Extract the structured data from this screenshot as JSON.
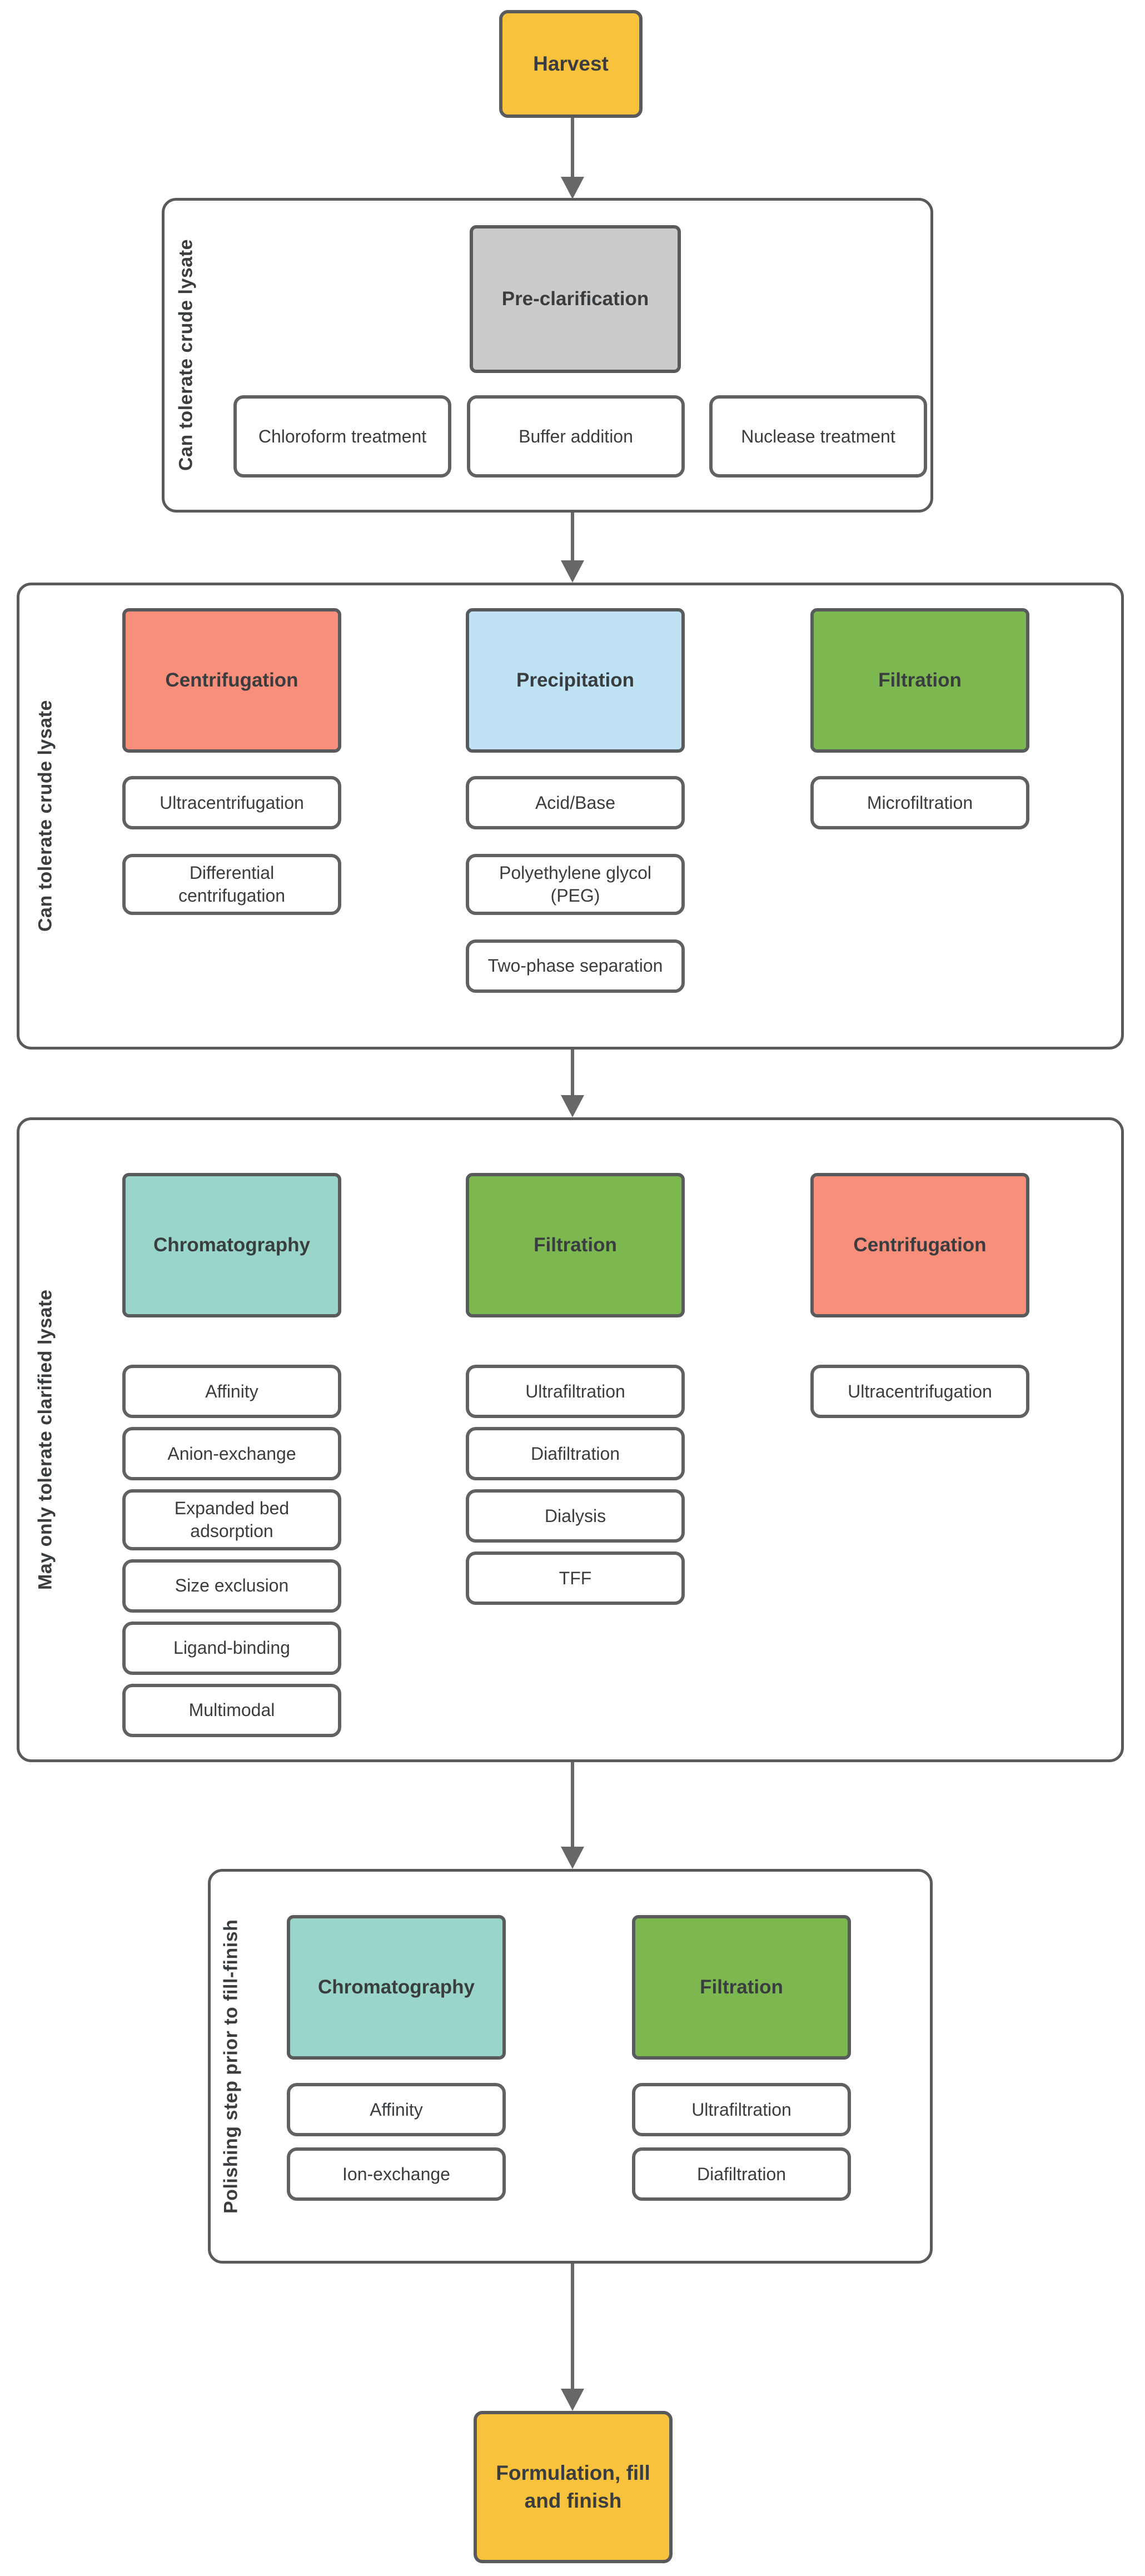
{
  "palette": {
    "terminal_yellow": "#F9C23C",
    "preclarification_gray": "#CBCBCB",
    "centrifugation_salmon": "#F98E7B",
    "precipitation_blue": "#BFE3F5",
    "filtration_green": "#7CB750",
    "chromatography_teal": "#99D5C8",
    "outline_gray": "#595A5C",
    "text_charcoal": "#3A3D40",
    "arrow_gray": "#666768"
  },
  "flow": {
    "start_label": "Harvest",
    "end_label": "Formulation, fill and finish"
  },
  "sections": [
    {
      "label": "Can tolerate crude lysate",
      "header": "Pre-clarification",
      "row_items": [
        "Chloroform treatment",
        "Buffer addition",
        "Nuclease treatment"
      ]
    },
    {
      "label": "Can tolerate crude lysate",
      "columns": [
        {
          "header": "Centrifugation",
          "items": [
            "Ultracentrifugation",
            "Differential centrifugation"
          ]
        },
        {
          "header": "Precipitation",
          "items": [
            "Acid/Base",
            "Polyethylene glycol (PEG)",
            "Two-phase separation"
          ]
        },
        {
          "header": "Filtration",
          "items": [
            "Microfiltration"
          ]
        }
      ]
    },
    {
      "label": "May only tolerate clarified lysate",
      "columns": [
        {
          "header": "Chromatography",
          "items": [
            "Affinity",
            "Anion-exchange",
            "Expanded bed adsorption",
            "Size exclusion",
            "Ligand-binding",
            "Multimodal"
          ]
        },
        {
          "header": "Filtration",
          "items": [
            "Ultrafiltration",
            "Diafiltration",
            "Dialysis",
            "TFF"
          ]
        },
        {
          "header": "Centrifugation",
          "items": [
            "Ultracentrifugation"
          ]
        }
      ]
    },
    {
      "label": "Polishing step prior to fill-finish",
      "columns": [
        {
          "header": "Chromatography",
          "items": [
            "Affinity",
            "Ion-exchange"
          ]
        },
        {
          "header": "Filtration",
          "items": [
            "Ultrafiltration",
            "Diafiltration"
          ]
        }
      ]
    }
  ]
}
